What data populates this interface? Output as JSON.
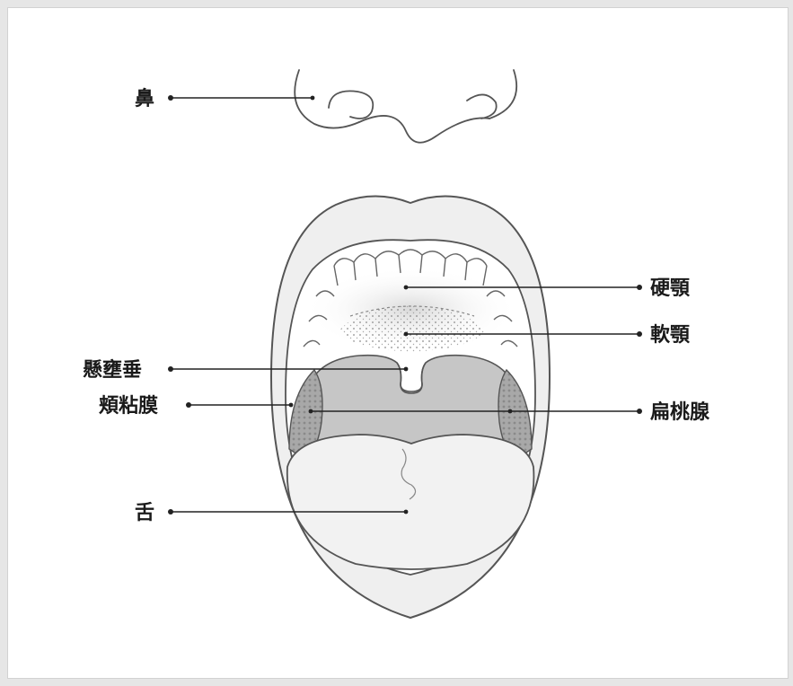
{
  "labels": {
    "nose": "鼻",
    "hard_palate": "硬顎",
    "soft_palate": "軟顎",
    "uvula": "懸壅垂",
    "buccal_mucosa": "頬粘膜",
    "tonsil": "扁桃腺",
    "tongue": "舌"
  },
  "colors": {
    "line": "#222222",
    "lip_fill": "#efefef",
    "mouth_interior": "#c8c8c8",
    "tongue_fill": "#f2f2f2",
    "tonsil_fill": "#9a9a9a"
  }
}
